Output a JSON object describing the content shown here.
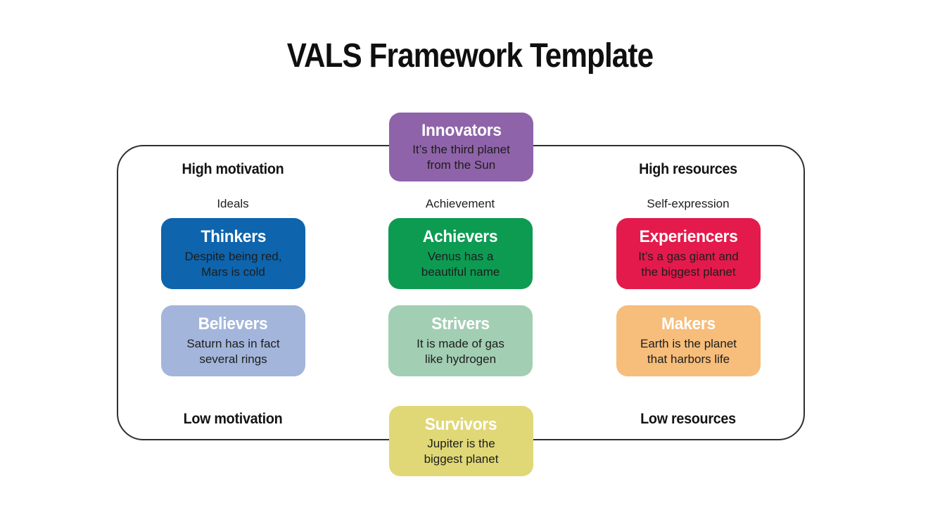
{
  "page": {
    "title": "VALS Framework Template"
  },
  "axes": {
    "high_motivation": "High motivation",
    "high_resources": "High resources",
    "low_motivation": "Low motivation",
    "low_resources": "Low resources"
  },
  "columns": {
    "ideals": "Ideals",
    "achievement": "Achievement",
    "self_expression": "Self-expression"
  },
  "cards": [
    {
      "id": "innovators",
      "title": "Innovators",
      "body": "It’s the third planet\nfrom the Sun",
      "bg": "#8f63a9"
    },
    {
      "id": "thinkers",
      "title": "Thinkers",
      "body": "Despite being red,\nMars is cold",
      "bg": "#0e64ad"
    },
    {
      "id": "achievers",
      "title": "Achievers",
      "body": "Venus has a\nbeautiful name",
      "bg": "#0d9b52"
    },
    {
      "id": "experiencers",
      "title": "Experiencers",
      "body": "It’s a gas giant and\nthe biggest planet",
      "bg": "#e41a4c"
    },
    {
      "id": "believers",
      "title": "Believers",
      "body": "Saturn has in fact\nseveral rings",
      "bg": "#a3b5db"
    },
    {
      "id": "strivers",
      "title": "Strivers",
      "body": "It is made of gas\nlike hydrogen",
      "bg": "#a2ceb3"
    },
    {
      "id": "makers",
      "title": "Makers",
      "body": "Earth is the planet\nthat harbors life",
      "bg": "#f6bd7b"
    },
    {
      "id": "survivors",
      "title": "Survivors",
      "body": "Jupiter is the\nbiggest planet",
      "bg": "#e0d877"
    }
  ],
  "frame_border_color": "#2f2f2f"
}
